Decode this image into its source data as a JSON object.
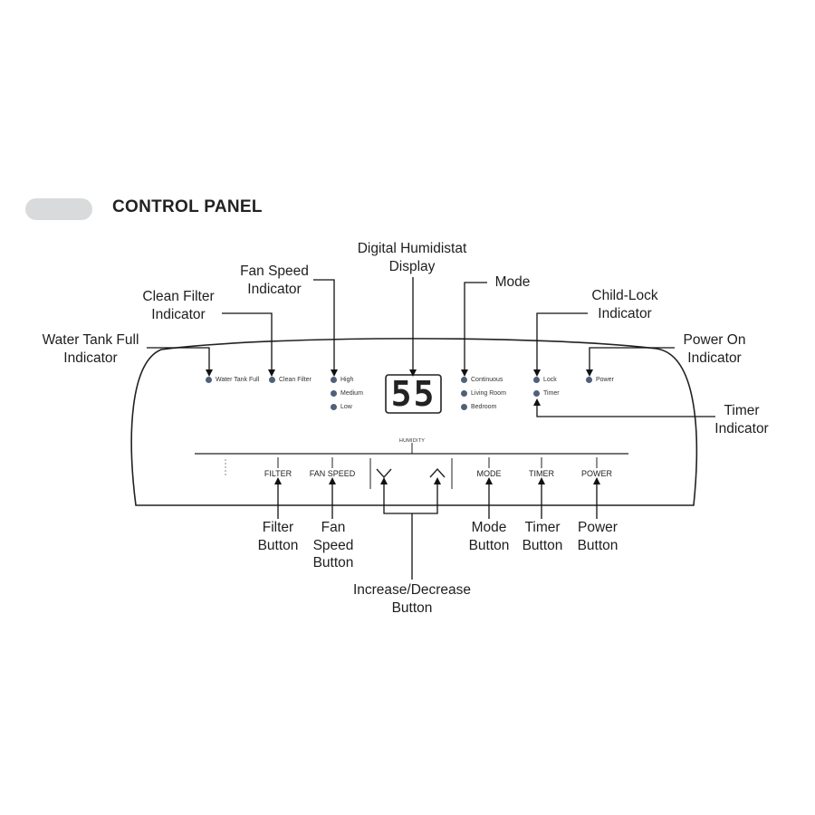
{
  "header": {
    "title": "CONTROL PANEL"
  },
  "callouts": {
    "water_tank": [
      "Water Tank Full",
      "Indicator"
    ],
    "clean_filter": [
      "Clean Filter",
      "Indicator"
    ],
    "fan_speed": [
      "Fan Speed",
      "Indicator"
    ],
    "display": [
      "Digital Humidistat",
      "Display"
    ],
    "mode": [
      "Mode"
    ],
    "child_lock": [
      "Child-Lock",
      "Indicator"
    ],
    "power_on": [
      "Power On",
      "Indicator"
    ],
    "timer": [
      "Timer",
      "Indicator"
    ],
    "filter_button": [
      "Filter",
      "Button"
    ],
    "fan_speed_button": [
      "Fan",
      "Speed",
      "Button"
    ],
    "updown_button": [
      "Increase/Decrease",
      "Button"
    ],
    "mode_button": [
      "Mode",
      "Button"
    ],
    "timer_button": [
      "Timer",
      "Button"
    ],
    "power_button": [
      "Power",
      "Button"
    ]
  },
  "panel": {
    "display_value": "55",
    "humidity_label": "HUMIDITY",
    "indicators": {
      "water_tank_full": "Water Tank Full",
      "clean_filter": "Clean Filter",
      "fan": [
        "High",
        "Medium",
        "Low"
      ],
      "mode": [
        "Continuous",
        "Living Room",
        "Bedroom"
      ],
      "lock": "Lock",
      "timer": "Timer",
      "power": "Power"
    },
    "buttons": {
      "filter": "FILTER",
      "fan_speed": "FAN SPEED",
      "mode": "MODE",
      "timer": "TIMER",
      "power": "POWER"
    }
  }
}
